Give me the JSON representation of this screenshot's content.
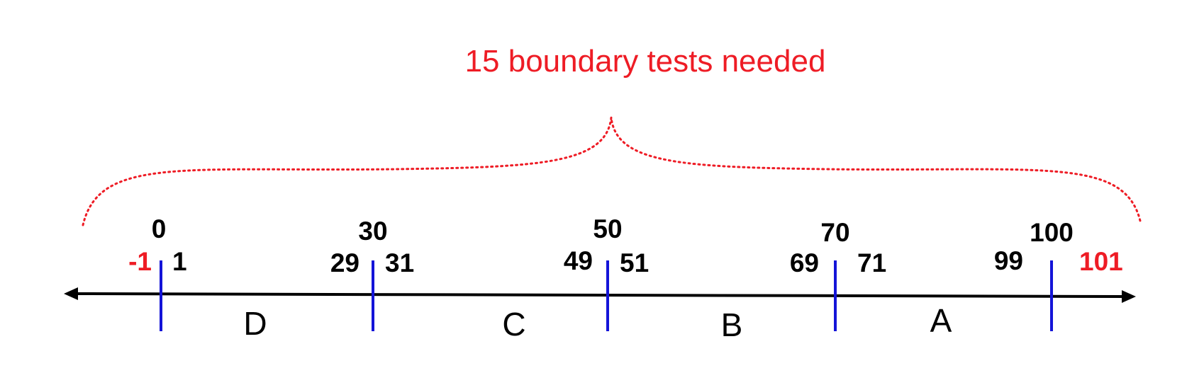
{
  "title": "15 boundary tests needed",
  "colors": {
    "highlight": "#ee1c25",
    "boundary_tick": "#1414d8",
    "axis": "#000000",
    "text": "#000000",
    "bracket": "#ee1c25"
  },
  "boundaries": [
    {
      "value": "0",
      "below": "-1",
      "above": "1"
    },
    {
      "value": "30",
      "below": "29",
      "above": "31"
    },
    {
      "value": "50",
      "below": "49",
      "above": "51"
    },
    {
      "value": "70",
      "below": "69",
      "above": "71"
    },
    {
      "value": "100",
      "below": "99",
      "above": "101"
    }
  ],
  "highlighted_values": [
    "-1",
    "101"
  ],
  "partitions": [
    "D",
    "C",
    "B",
    "A"
  ]
}
